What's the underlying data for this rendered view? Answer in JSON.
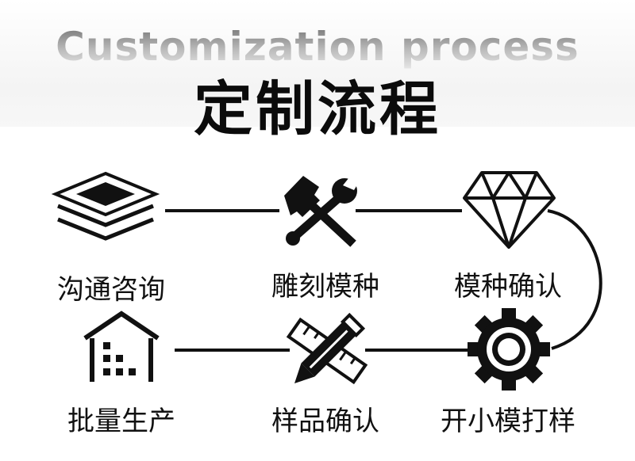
{
  "header": {
    "subtitle": "Customization process",
    "title": "定制流程"
  },
  "steps": [
    {
      "label": "沟通咨询",
      "icon": "layers-icon"
    },
    {
      "label": "雕刻模种",
      "icon": "hammer-wrench-icon"
    },
    {
      "label": "模种确认",
      "icon": "diamond-icon"
    },
    {
      "label": "开小模打样",
      "icon": "gear-icon"
    },
    {
      "label": "样品确认",
      "icon": "pencil-ruler-icon"
    },
    {
      "label": "批量生产",
      "icon": "factory-icon"
    }
  ],
  "colors": {
    "ink": "#111111",
    "title": "#0b0b0b"
  }
}
